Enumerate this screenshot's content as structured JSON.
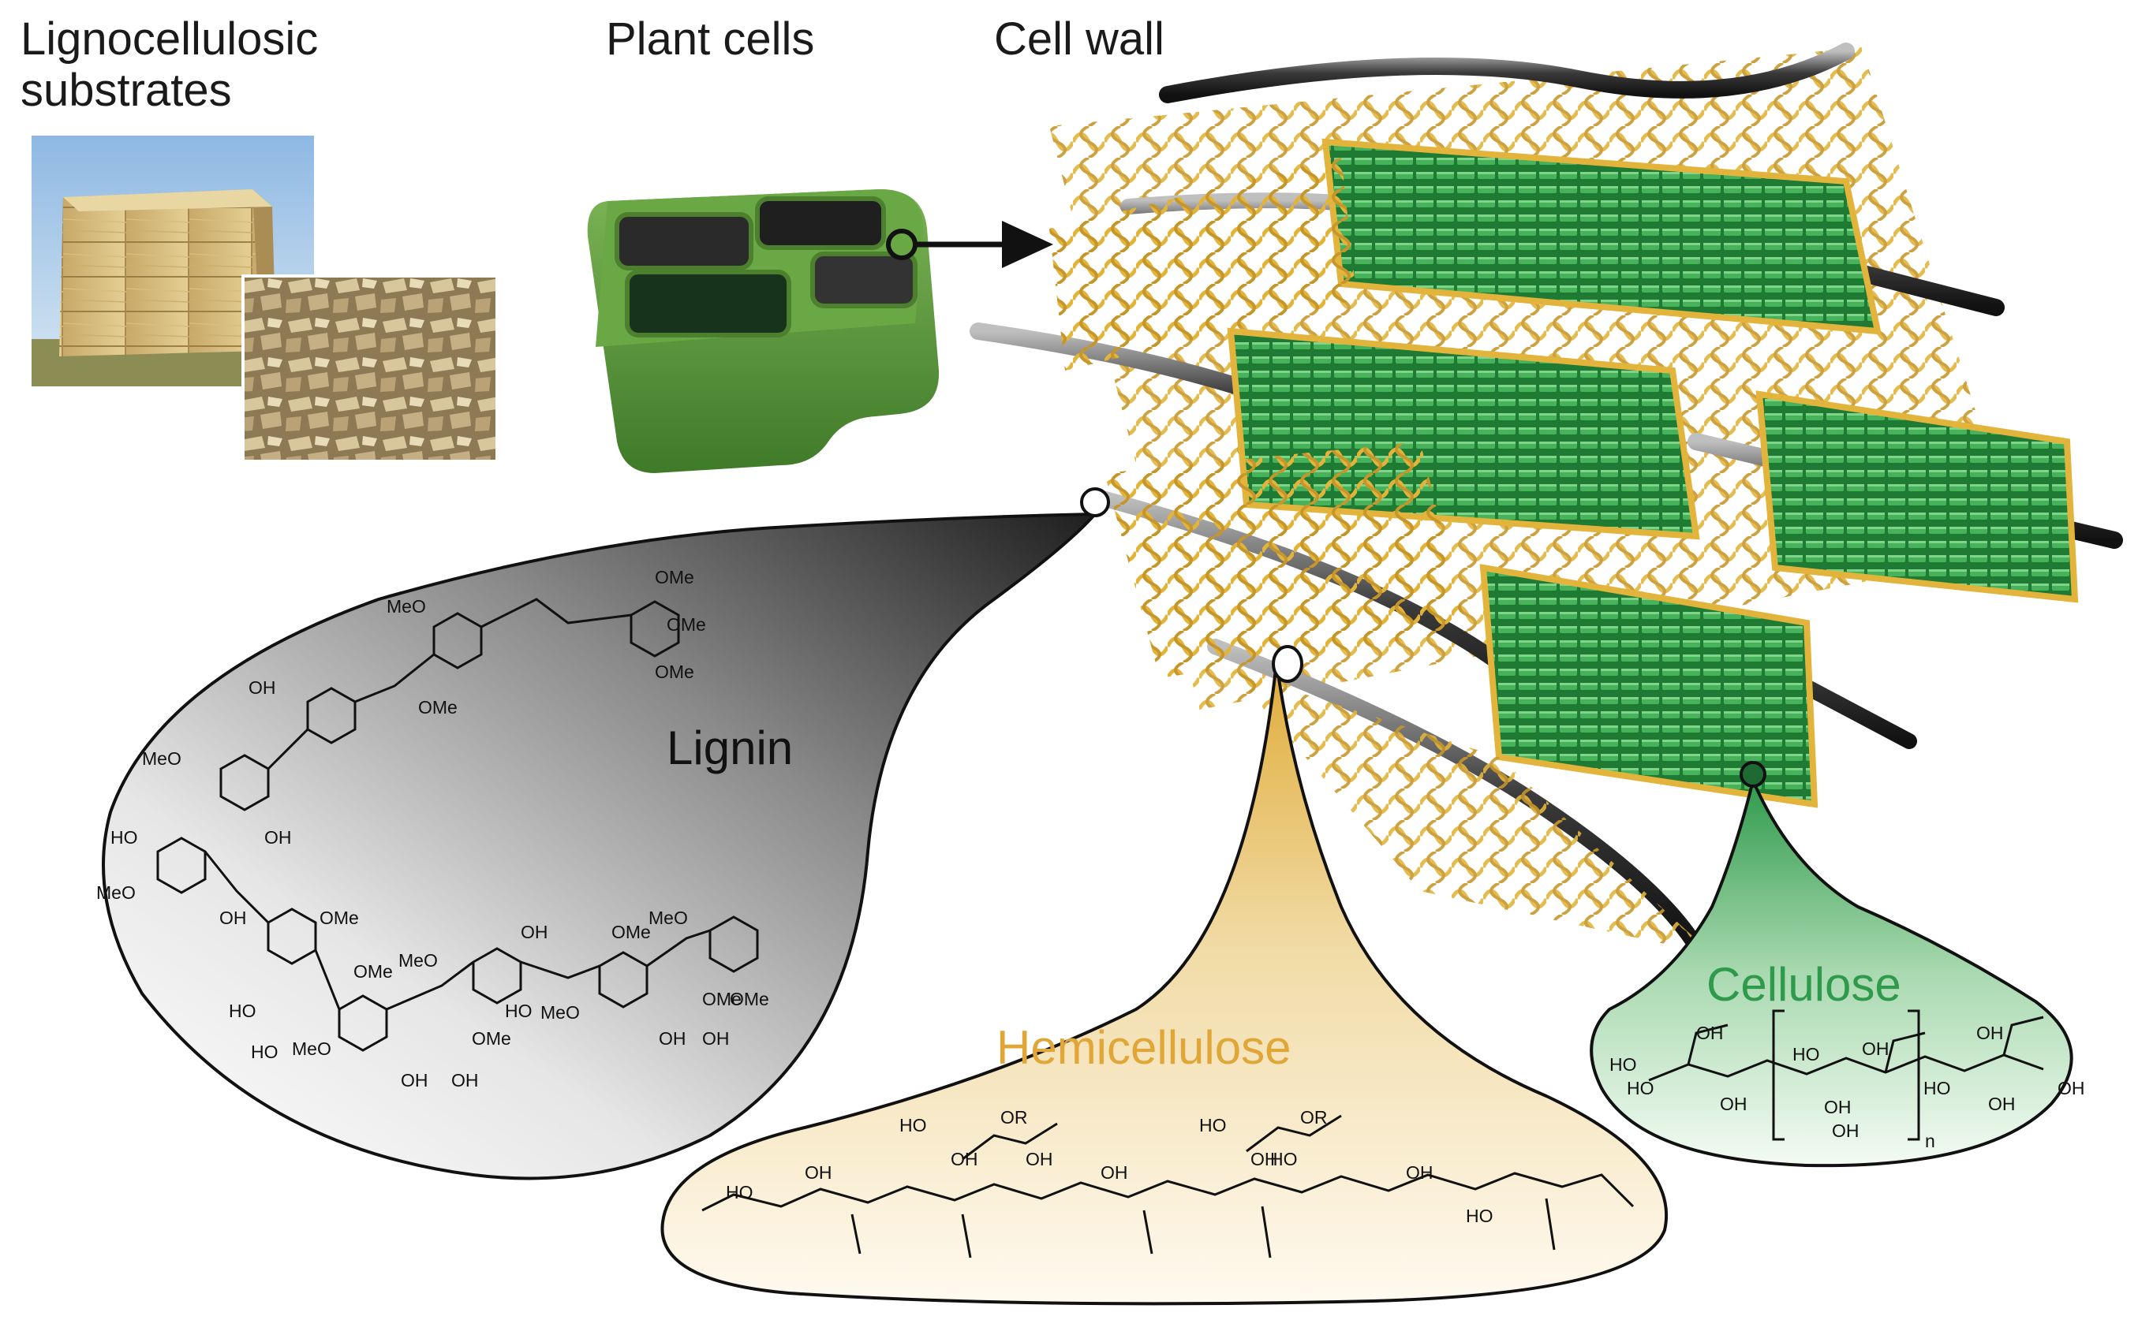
{
  "labels": {
    "lignocellulosic_line1": "Lignocellulosic",
    "lignocellulosic_line2": "substrates",
    "plant_cells": "Plant cells",
    "cell_wall": "Cell wall",
    "lignin": "Lignin",
    "hemicellulose": "Hemicellulose",
    "cellulose": "Cellulose"
  },
  "chem_labels": {
    "lignin": [
      "OMe",
      "MeO",
      "OMe",
      "OMe",
      "OMe",
      "OH",
      "MeO",
      "HO",
      "OH",
      "MeO",
      "OH",
      "OMe",
      "MeO",
      "OMe",
      "OH",
      "OMe",
      "MeO",
      "HO",
      "OMe",
      "HO",
      "MeO",
      "OMe",
      "HO",
      "MeO",
      "OH",
      "OH",
      "OH",
      "OH",
      "OMe"
    ],
    "hemicellulose": [
      "HO",
      "OR",
      "OH",
      "HO",
      "OH",
      "OH",
      "HO",
      "OR",
      "OH",
      "OH",
      "HO",
      "OH",
      "HO"
    ],
    "cellulose": [
      "OH",
      "OH",
      "OH",
      "HO",
      "HO",
      "OH",
      "OH",
      "HO",
      "HO",
      "OH",
      "OH",
      "OH",
      "n"
    ]
  },
  "colors": {
    "lignin_dark": "#2b2b2b",
    "hemicellulose_accent": "#d9a534",
    "hemicellulose_label": "#e0a637",
    "cellulose_accent": "#2f9a4c",
    "cellulose_label": "#2f9a4c",
    "lignin_fiber": "#e2b43c",
    "microfibril_green": "#2f8f3f",
    "plant_cell_green": "#5e9a3c",
    "text_dark": "#1a1a1a"
  },
  "icons": [
    "hay-bales-photo",
    "wood-chips-photo",
    "plant-cell-block",
    "arrow-icon",
    "cell-wall-model"
  ]
}
